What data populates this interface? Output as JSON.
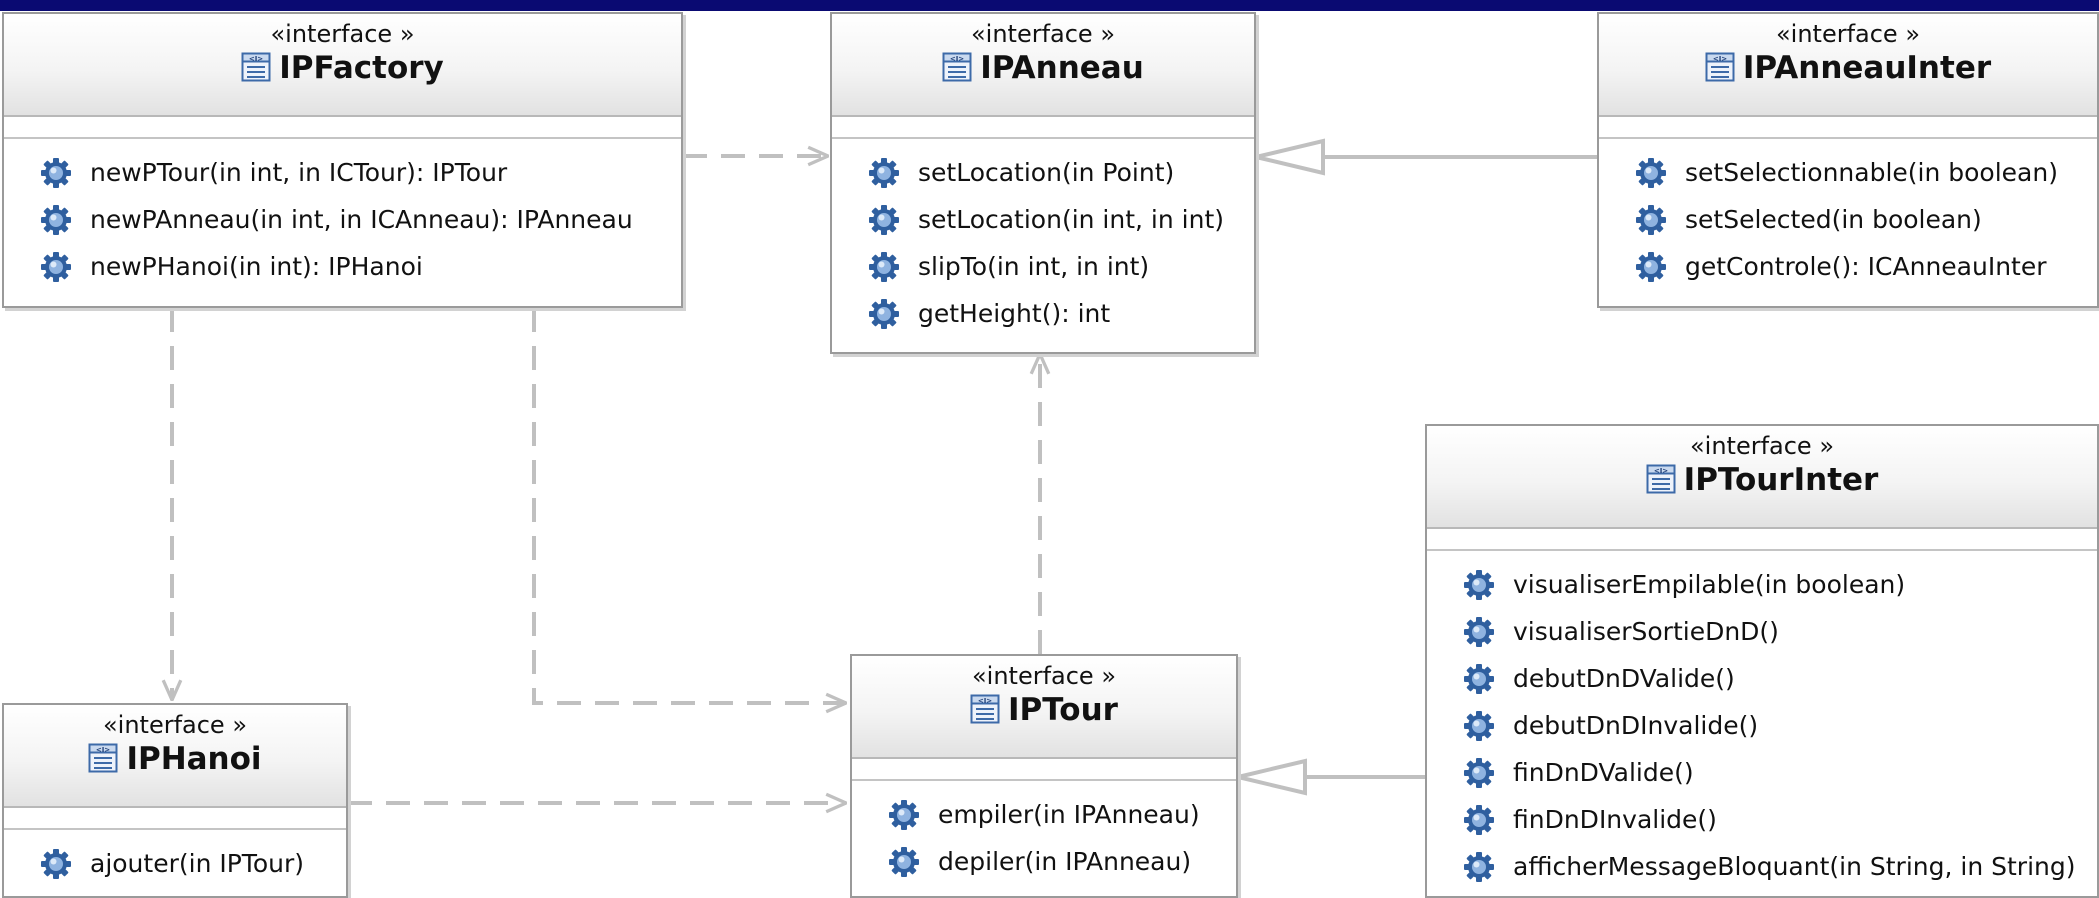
{
  "interfaces": {
    "ipfactory": {
      "stereotype": "«interface »",
      "name": "IPFactory",
      "operations": [
        "newPTour(in int, in ICTour): IPTour",
        "newPAnneau(in int, in ICAnneau): IPAnneau",
        "newPHanoi(in int): IPHanoi"
      ]
    },
    "ipanneau": {
      "stereotype": "«interface »",
      "name": "IPAnneau",
      "operations": [
        "setLocation(in Point)",
        "setLocation(in int, in int)",
        "slipTo(in int, in int)",
        "getHeight(): int"
      ]
    },
    "ipanneauinter": {
      "stereotype": "«interface »",
      "name": "IPAnneauInter",
      "operations": [
        "setSelectionnable(in boolean)",
        "setSelected(in boolean)",
        "getControle(): ICAnneauInter"
      ]
    },
    "iptourinter": {
      "stereotype": "«interface »",
      "name": "IPTourInter",
      "operations": [
        "visualiserEmpilable(in boolean)",
        "visualiserSortieDnD()",
        "debutDnDValide()",
        "debutDnDInvalide()",
        "finDnDValide()",
        "finDnDInvalide()",
        "afficherMessageBloquant(in String, in String)"
      ]
    },
    "iptour": {
      "stereotype": "«interface »",
      "name": "IPTour",
      "operations": [
        "empiler(in IPAnneau)",
        "depiler(in IPAnneau)"
      ]
    },
    "iphanoi": {
      "stereotype": "«interface »",
      "name": "IPHanoi",
      "operations": [
        "ajouter(in IPTour)"
      ]
    }
  },
  "colors": {
    "top_bar": "#0a0a72",
    "edge": "#c0c0c0",
    "box_border": "#9a9a9a",
    "operation_icon": "#2f5f9f"
  },
  "icons": {
    "interface": "interface-icon",
    "operation": "operation-gear-icon"
  }
}
